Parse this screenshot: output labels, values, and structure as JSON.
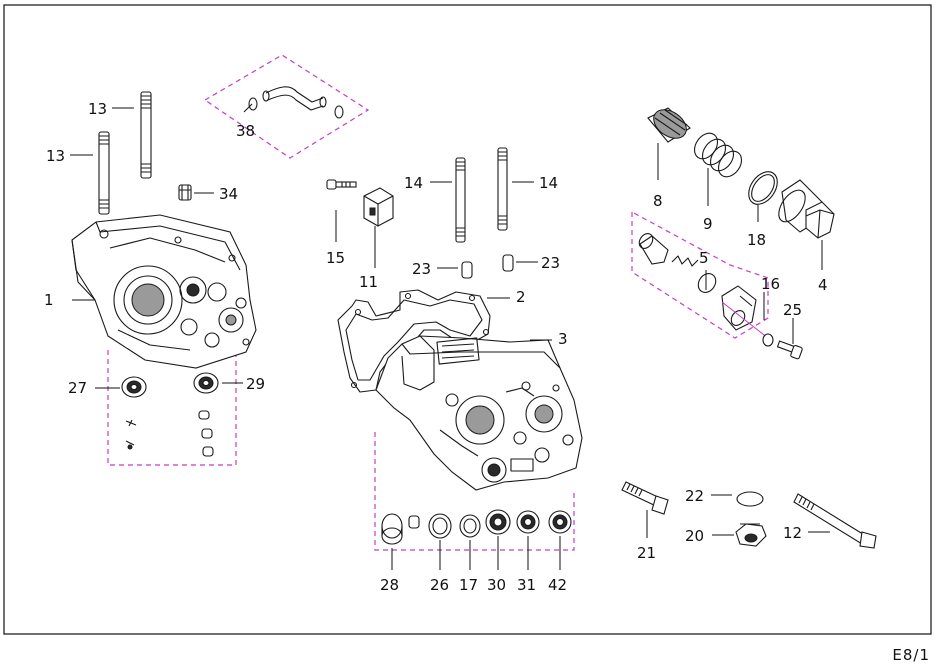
{
  "page_code": "E8/1",
  "callouts": {
    "c1": "1",
    "c2": "2",
    "c3": "3",
    "c4": "4",
    "c5": "5",
    "c8": "8",
    "c9": "9",
    "c11": "11",
    "c12": "12",
    "c13a": "13",
    "c13b": "13",
    "c14a": "14",
    "c14b": "14",
    "c15": "15",
    "c16": "16",
    "c17": "17",
    "c18": "18",
    "c20": "20",
    "c21": "21",
    "c22": "22",
    "c23a": "23",
    "c23b": "23",
    "c25": "25",
    "c26": "26",
    "c27": "27",
    "c28": "28",
    "c29": "29",
    "c30": "30",
    "c31": "31",
    "c34": "34",
    "c38": "38",
    "c42": "42"
  },
  "colors": {
    "group_outline": "#c43cc4",
    "line": "#1a1a1a"
  }
}
